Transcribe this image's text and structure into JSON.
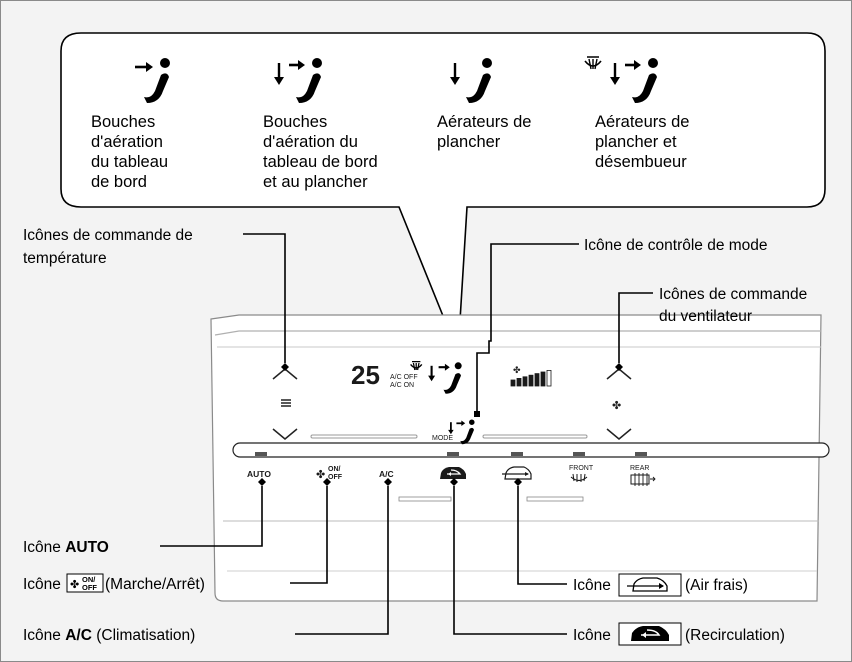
{
  "bubble": {
    "modes": [
      {
        "icon": "dashboard-vent-icon",
        "lines": [
          "Bouches",
          "d'aération",
          "du tableau",
          "de bord"
        ]
      },
      {
        "icon": "dashboard-floor-vent-icon",
        "lines": [
          "Bouches",
          "d'aération du",
          "tableau de bord",
          "et au plancher"
        ]
      },
      {
        "icon": "floor-vent-icon",
        "lines": [
          "Aérateurs de",
          "plancher"
        ]
      },
      {
        "icon": "floor-defrost-vent-icon",
        "lines": [
          "Aérateurs de",
          "plancher et",
          "désembueur"
        ]
      }
    ]
  },
  "callouts": {
    "temp_icons": [
      "Icônes de commande de",
      "température"
    ],
    "mode_icon": "Icône de contrôle de mode",
    "fan_icons": [
      "Icônes de commande",
      "du ventilateur"
    ],
    "auto": {
      "prefix": "Icône ",
      "bold": "AUTO"
    },
    "onoff": {
      "prefix": "Icône ",
      "suffix": " (Marche/Arrêt)"
    },
    "ac": {
      "prefix": "Icône ",
      "bold": "A/C",
      "suffix": " (Climatisation)"
    },
    "fresh_air": {
      "prefix": "Icône ",
      "suffix": " (Air frais)"
    },
    "recirc": {
      "prefix": "Icône ",
      "suffix": " (Recirculation)"
    }
  },
  "panel": {
    "temp_display": "25",
    "ac_off": "A/C OFF",
    "ac_on": "A/C ON",
    "mode_label": "MODE",
    "onoff_on": "ON/",
    "onoff_off": "OFF",
    "buttons": {
      "auto": "AUTO",
      "ac": "A/C",
      "front": "FRONT",
      "rear": "REAR"
    },
    "fan_level": 0.8
  },
  "colors": {
    "background": "#f3f3f3",
    "panel": "#ffffff",
    "line": "#000000"
  }
}
